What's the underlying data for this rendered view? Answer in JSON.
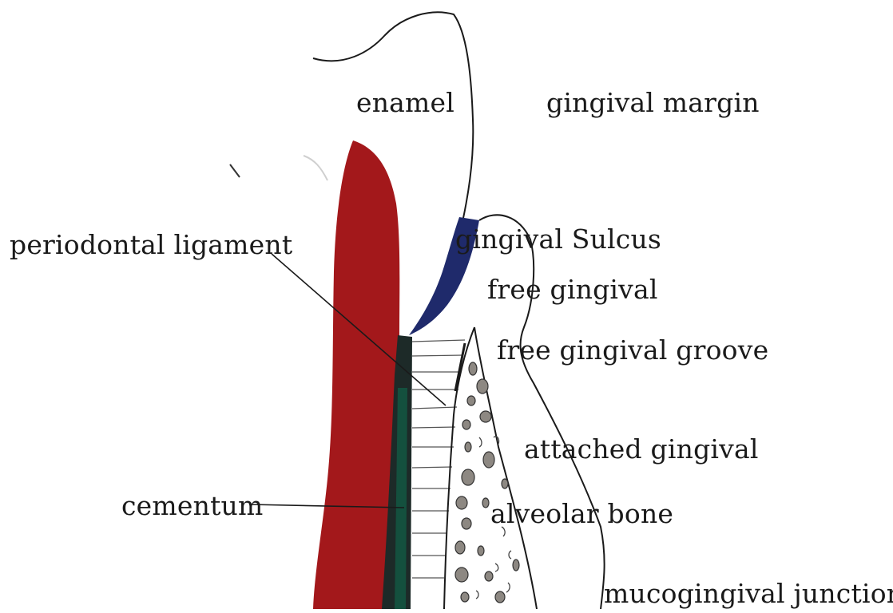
{
  "labels": {
    "enamel": "enamel",
    "gingival_margin": "gingival margin",
    "periodontal_ligament": "periodontal ligament",
    "gingival_sulcus": "gingival Sulcus",
    "free_gingival": "free gingival",
    "free_gingival_groove": "free gingival groove",
    "attached_gingival": "attached  gingival",
    "cementum": "cementum",
    "alveolar_bone": "alveolar bone",
    "mucogingival_junction": "mucogingival  junction"
  },
  "colors": {
    "dentin": "#a3181b",
    "sulcus": "#1f2a6b",
    "cementum": "#14503e",
    "cementum_edge": "#1d2a28",
    "bone_spot": "#8d8882",
    "outline": "#1a1a1a"
  }
}
